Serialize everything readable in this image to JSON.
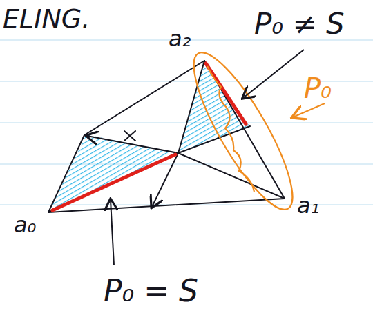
{
  "diagram": {
    "labels": [
      "ELING.",
      "P₀ ≠ S",
      "a₂",
      "P₀",
      "a₁",
      "a₀",
      "P₀ = S"
    ]
  }
}
